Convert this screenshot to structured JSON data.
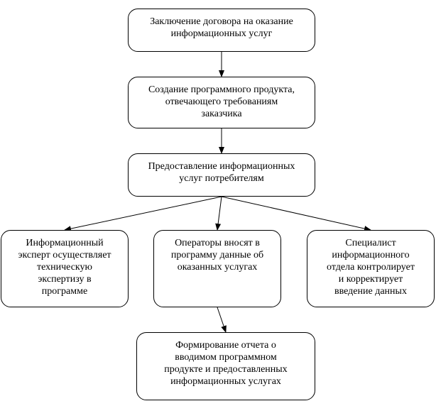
{
  "diagram": {
    "nodes": [
      {
        "id": "n1",
        "label": "Заключение договора на оказание\nинформационных услуг"
      },
      {
        "id": "n2",
        "label": "Создание программного продукта,\nотвечающего требованиям\nзаказчика"
      },
      {
        "id": "n3",
        "label": "Предоставление информационных\nуслуг потребителям"
      },
      {
        "id": "n4",
        "label": "Информационный\nэксперт осуществляет\nтехническую\nэкспертизу в\nпрограмме"
      },
      {
        "id": "n5",
        "label": "Операторы вносят в\nпрограмму данные об\nоказанных услугах"
      },
      {
        "id": "n6",
        "label": "Специалист\nинформационного\nотдела контролирует\nи корректирует\nвведение данных"
      },
      {
        "id": "n7",
        "label": "Формирование отчета о\nвводимом программном\nпродукте и предоставленных\nинформационных услугах"
      }
    ],
    "edges": [
      {
        "from": "n1",
        "to": "n2"
      },
      {
        "from": "n2",
        "to": "n3"
      },
      {
        "from": "n3",
        "to": "n4"
      },
      {
        "from": "n3",
        "to": "n5"
      },
      {
        "from": "n3",
        "to": "n6"
      },
      {
        "from": "n5",
        "to": "n7"
      }
    ],
    "colors": {
      "stroke": "#000000",
      "fill": "#ffffff",
      "text": "#000000"
    }
  }
}
